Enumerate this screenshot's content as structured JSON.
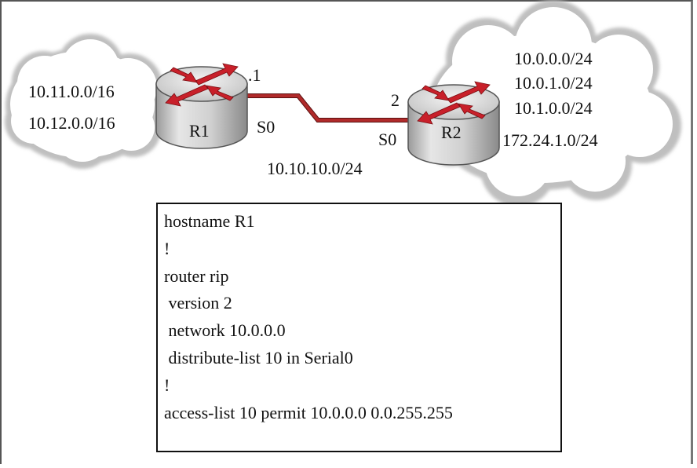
{
  "left_cloud": {
    "networks": [
      "10.11.0.0/16",
      "10.12.0.0/16"
    ]
  },
  "right_cloud": {
    "networks": [
      "10.0.0.0/24",
      "10.0.1.0/24",
      "10.1.0.0/24",
      "172.24.1.0/24"
    ]
  },
  "r1": {
    "name": "R1",
    "ip_suffix": ".1",
    "interface": "S0"
  },
  "r2": {
    "name": "R2",
    "ip_suffix": "2",
    "interface": "S0"
  },
  "link": {
    "subnet": "10.10.10.0/24",
    "color": "#a32020"
  },
  "config": {
    "lines": [
      "hostname R1",
      "!",
      "router rip",
      " version 2",
      " network 10.0.0.0",
      " distribute-list 10 in Serial0",
      "!",
      "access-list 10 permit 10.0.0.0 0.0.255.255"
    ]
  },
  "colors": {
    "router_icon": "#c8202a",
    "cloud_fill": "#ffffff",
    "router_body": "#d4d4d4"
  }
}
